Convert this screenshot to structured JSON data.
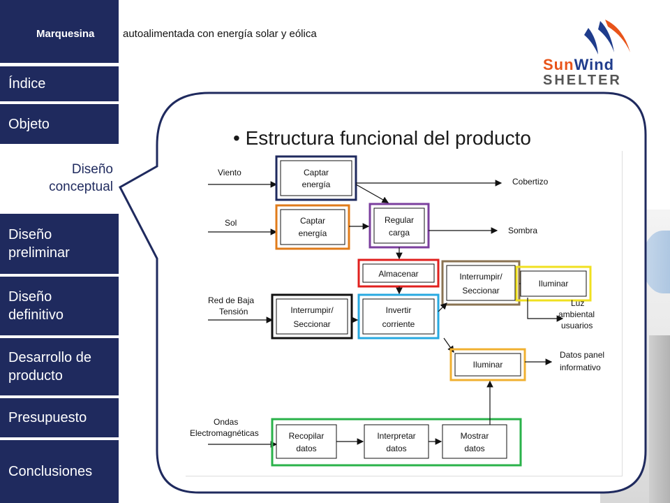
{
  "header": {
    "title_strong": "Marquesina",
    "title_rest": "autoalimentada con energía solar y eólica"
  },
  "logo": {
    "word_sun": "Sun",
    "word_wind": "Wind",
    "word_shelter": "SHELTER"
  },
  "sidebar": {
    "items": [
      {
        "label": "Índice"
      },
      {
        "label": "Objeto"
      },
      {
        "label": "Diseño conceptual",
        "active": true
      },
      {
        "label": "Diseño preliminar"
      },
      {
        "label": "Diseño definitivo"
      },
      {
        "label": "Desarrollo de producto"
      },
      {
        "label": "Presupuesto"
      },
      {
        "label": "Conclusiones"
      }
    ]
  },
  "slide": {
    "title": "• Estructura funcional del producto"
  },
  "diagram": {
    "inputs": {
      "viento": "Viento",
      "sol": "Sol",
      "red_line1": "Red de Baja",
      "red_line2": "Tensión",
      "ondas_line1": "Ondas",
      "ondas_line2": "Electromagnéticas"
    },
    "outputs": {
      "cobertizo": "Cobertizo",
      "sombra": "Sombra",
      "luz_line1": "Luz",
      "luz_line2": "ambiental",
      "luz_line3": "usuarios",
      "datos_line1": "Datos panel",
      "datos_line2": "informativo"
    },
    "blocks": {
      "captar1_l1": "Captar",
      "captar1_l2": "energía",
      "captar2_l1": "Captar",
      "captar2_l2": "energía",
      "regular_l1": "Regular",
      "regular_l2": "carga",
      "almacenar": "Almacenar",
      "interr1_l1": "Interrumpir/",
      "interr1_l2": "Seccionar",
      "iluminar1": "Iluminar",
      "interr2_l1": "Interrumpir/",
      "interr2_l2": "Seccionar",
      "invertir_l1": "Invertir",
      "invertir_l2": "corriente",
      "iluminar2": "Iluminar",
      "recopilar_l1": "Recopilar",
      "recopilar_l2": "datos",
      "interpretar_l1": "Interpretar",
      "interpretar_l2": "datos",
      "mostrar_l1": "Mostrar",
      "mostrar_l2": "datos"
    },
    "colors": {
      "navy": "#1f2a5e",
      "orange": "#e07b1a",
      "purple": "#7b3f9e",
      "red": "#e0201e",
      "brown": "#8a7352",
      "yellow": "#f0e020",
      "black": "#111111",
      "cyan": "#27a9e1",
      "gold": "#f0b030",
      "green": "#2ab24a"
    }
  }
}
